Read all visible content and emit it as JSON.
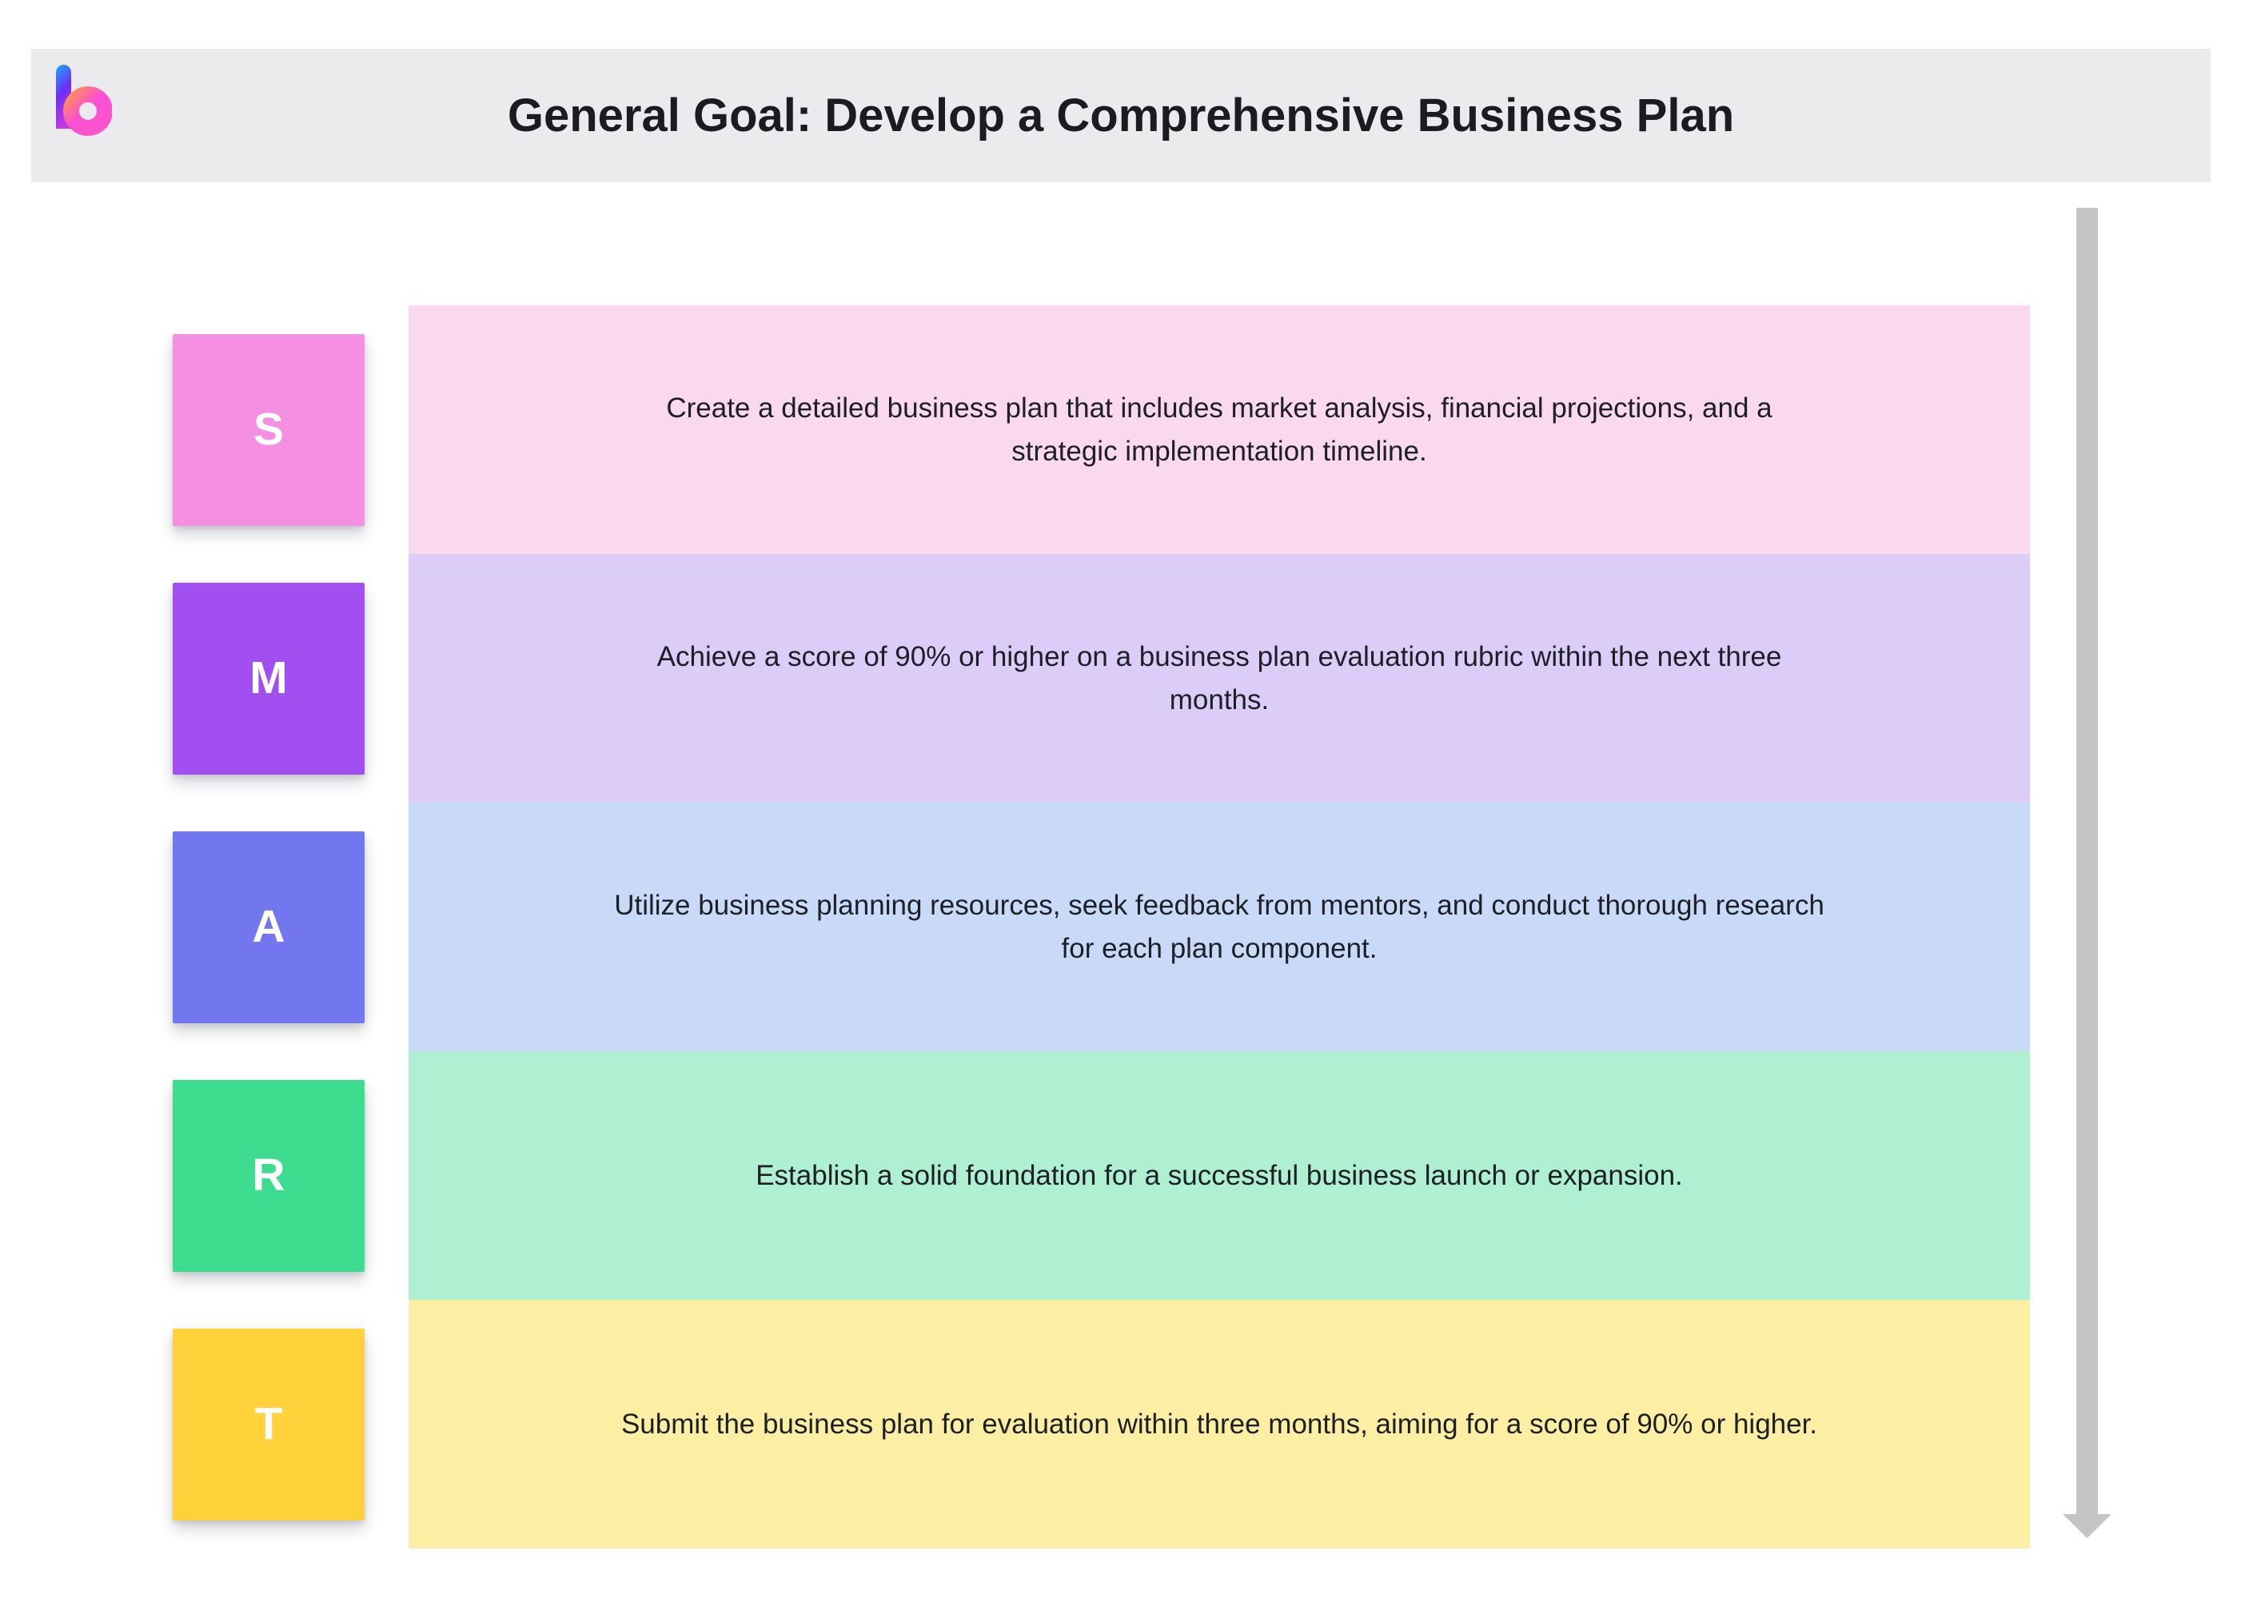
{
  "header": {
    "title": "General Goal: Develop a Comprehensive Business Plan",
    "background": "#EBEBEE",
    "logo": {
      "name": "b-brand-logo",
      "stem_color_top": "#14AEFE",
      "stem_color_mid": "#6E2CF5",
      "stem_color_bottom": "#C03AE6",
      "ring_color_start": "#FF8A5E",
      "ring_color_mid": "#F94FD3",
      "ring_color_end": "#FD54CB"
    }
  },
  "rows": [
    {
      "letter": "S",
      "square_color": "#F58FE2",
      "band_color": "#F9D8F0",
      "text": "Create a detailed business plan that includes market analysis, financial projections, and a\nstrategic implementation timeline."
    },
    {
      "letter": "M",
      "square_color": "#A14FF1",
      "band_color": "#DCCCF8",
      "text": "Achieve a score of 90% or higher on a business plan evaluation rubric within the next three\nmonths."
    },
    {
      "letter": "A",
      "square_color": "#7277F0",
      "band_color": "#C9DAF9",
      "text": "Utilize business planning resources, seek feedback from mentors, and conduct thorough research\nfor each plan component."
    },
    {
      "letter": "R",
      "square_color": "#3EDC8E",
      "band_color": "#AFF0D3",
      "text": "Establish a solid foundation for a successful business launch or expansion."
    },
    {
      "letter": "T",
      "square_color": "#FFD23B",
      "band_color": "#FCEEA3",
      "text": "Submit the business plan for evaluation within three months, aiming for a score of 90% or higher."
    }
  ],
  "arrow": {
    "color": "#C5C5C7",
    "direction": "down"
  }
}
